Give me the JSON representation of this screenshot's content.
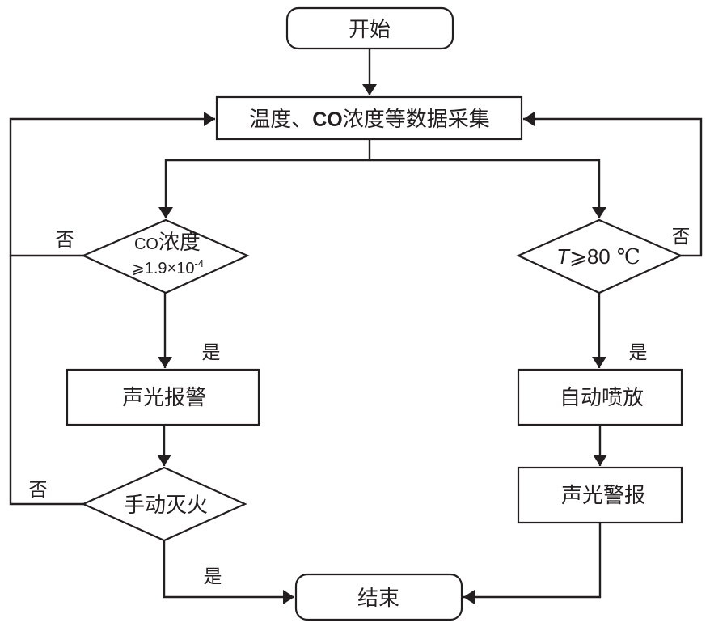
{
  "diagram": {
    "type": "flowchart",
    "colors": {
      "stroke": "#231f20",
      "background": "#ffffff"
    },
    "nodes": {
      "start": {
        "label": "开始",
        "shape": "terminal"
      },
      "collect": {
        "label_prefix": "温度、",
        "label_co": "CO",
        "label_suffix": "浓度等数据采集",
        "shape": "process"
      },
      "co_check": {
        "line1_co": "CO",
        "line1_suffix": "浓度",
        "line2_ge": "⩾",
        "line2_value": "1.9×10",
        "line2_exp": "-4",
        "shape": "decision"
      },
      "temp_check": {
        "var": "T",
        "ge": "⩾",
        "value": "80",
        "unit": "℃",
        "shape": "decision"
      },
      "alarm_left": {
        "label": "声光报警",
        "shape": "process"
      },
      "manual_fire": {
        "label": "手动灭火",
        "shape": "decision"
      },
      "auto_spray": {
        "label": "自动喷放",
        "shape": "process"
      },
      "alarm_right": {
        "label": "声光警报",
        "shape": "process"
      },
      "end": {
        "label": "结束",
        "shape": "terminal"
      }
    },
    "edge_labels": {
      "co_no": "否",
      "co_yes": "是",
      "temp_no": "否",
      "temp_yes": "是",
      "manual_no": "否",
      "manual_yes": "是"
    }
  }
}
